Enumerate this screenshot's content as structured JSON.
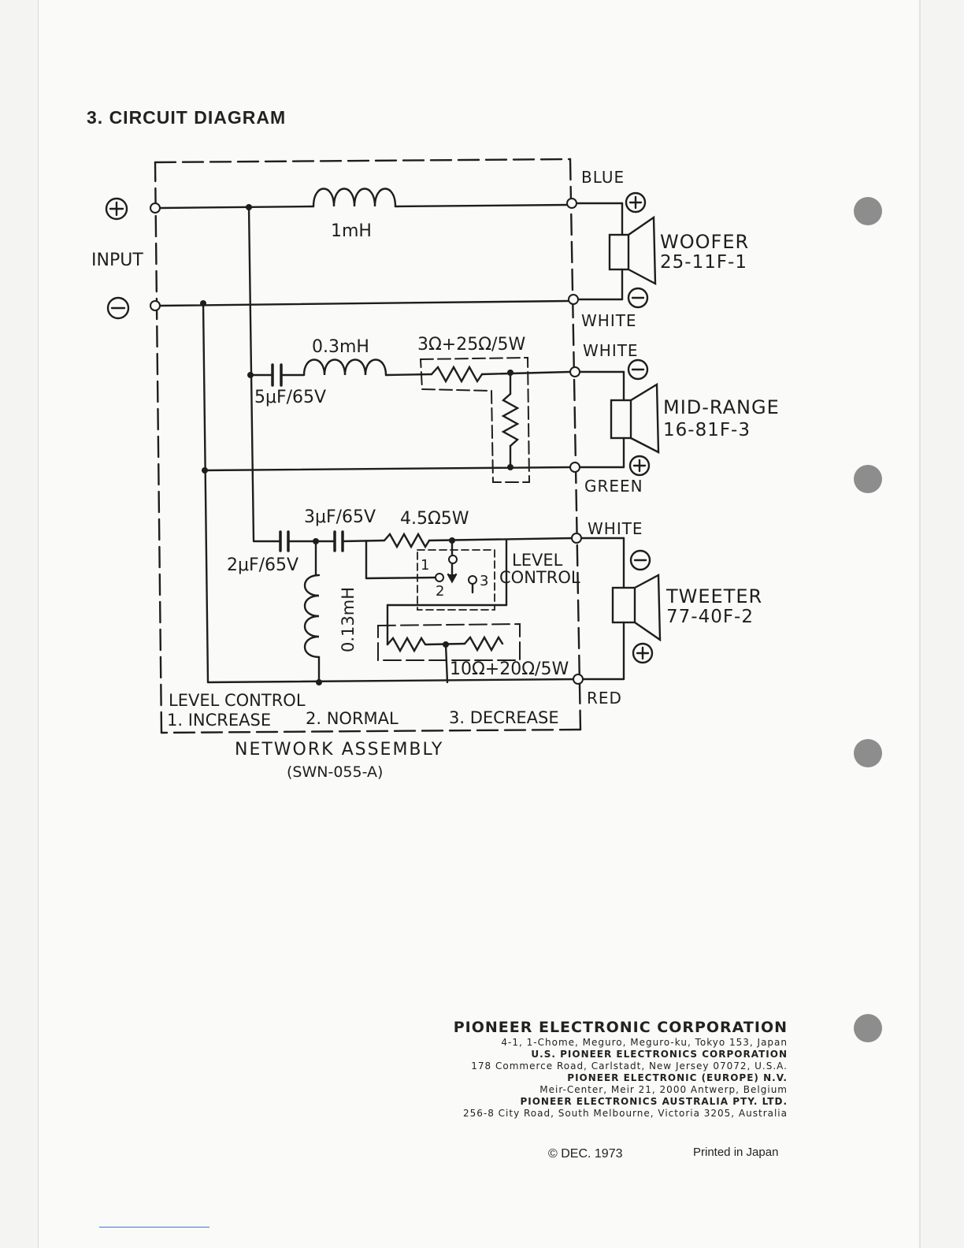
{
  "section_title": "3. CIRCUIT DIAGRAM",
  "labels": {
    "input": "INPUT",
    "inductor_1mh": "1mH",
    "inductor_03mh": "0.3mH",
    "resistor_mid": "3Ω+25Ω/5W",
    "cap_5uf": "5μF/65V",
    "cap_3uf": "3μF/65V",
    "resistor_45": "4.5Ω5W",
    "cap_2uf": "2μF/65V",
    "inductor_013mh": "0.13mH",
    "resistor_tweeter": "10Ω+20Ω/5W",
    "level_control_box": "LEVEL\nCONTROL",
    "level_control_box_line1": "LEVEL",
    "level_control_box_line2": "CONTROL",
    "switch_pos_1": "1",
    "switch_pos_2": "2",
    "switch_pos_3": "3",
    "legend_title": "LEVEL CONTROL",
    "legend_increase": "1. INCREASE",
    "legend_normal": "2. NORMAL",
    "legend_decrease": "3. DECREASE",
    "network_assembly": "NETWORK ASSEMBLY",
    "network_part": "(SWN-055-A)"
  },
  "wires": {
    "blue": "BLUE",
    "white_1": "WHITE",
    "white_2": "WHITE",
    "green": "GREEN",
    "white_3": "WHITE",
    "red": "RED"
  },
  "speakers": {
    "woofer": {
      "name": "WOOFER",
      "model": "25-11F-1"
    },
    "midrange": {
      "name": "MID-RANGE",
      "model": "16-81F-3"
    },
    "tweeter": {
      "name": "TWEETER",
      "model": "77-40F-2"
    }
  },
  "corporation": {
    "name": "PIONEER ELECTRONIC CORPORATION",
    "lines": [
      {
        "text": "4-1, 1-Chome, Meguro, Meguro-ku, Tokyo 153, Japan",
        "strong": false
      },
      {
        "text": "U.S. PIONEER ELECTRONICS CORPORATION",
        "strong": true
      },
      {
        "text": "178 Commerce Road, Carlstadt, New Jersey 07072, U.S.A.",
        "strong": false
      },
      {
        "text": "PIONEER ELECTRONIC (EUROPE) N.V.",
        "strong": true
      },
      {
        "text": "Meir-Center, Meir 21, 2000 Antwerp, Belgium",
        "strong": false
      },
      {
        "text": "PIONEER ELECTRONICS AUSTRALIA PTY. LTD.",
        "strong": true
      },
      {
        "text": "256-8 City Road, South Melbourne, Victoria 3205, Australia",
        "strong": false
      }
    ]
  },
  "footer": {
    "copyright": "© DEC. 1973",
    "printed": "Printed in Japan"
  },
  "colors": {
    "ink": "#1e1e1e",
    "paper": "#fafaf8",
    "punch_hole": "#8d8d8d"
  }
}
